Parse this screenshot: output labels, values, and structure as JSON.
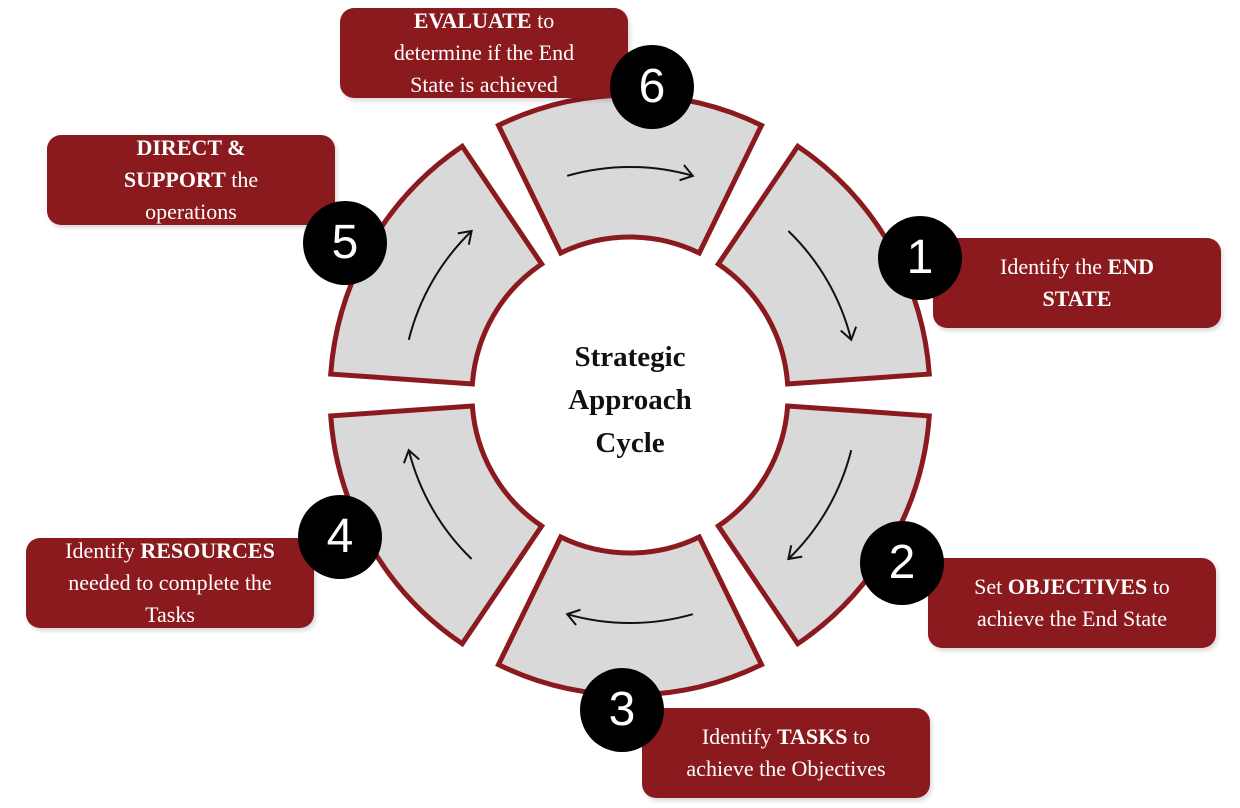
{
  "title": [
    "Strategic",
    "Approach",
    "Cycle"
  ],
  "colors": {
    "accent": "#8b1a1f",
    "segment": "#d9d9d9",
    "badge": "#000000"
  },
  "steps": [
    {
      "number": "1",
      "lines": [
        [
          {
            "t": "Identify the ",
            "b": false
          },
          {
            "t": "END",
            "b": true
          }
        ],
        [
          {
            "t": "STATE",
            "b": true
          }
        ]
      ]
    },
    {
      "number": "2",
      "lines": [
        [
          {
            "t": "Set ",
            "b": false
          },
          {
            "t": "OBJECTIVES",
            "b": true
          },
          {
            "t": " to",
            "b": false
          }
        ],
        [
          {
            "t": "achieve the End State",
            "b": false
          }
        ]
      ]
    },
    {
      "number": "3",
      "lines": [
        [
          {
            "t": "Identify ",
            "b": false
          },
          {
            "t": "TASKS",
            "b": true
          },
          {
            "t": " to",
            "b": false
          }
        ],
        [
          {
            "t": "achieve the Objectives",
            "b": false
          }
        ]
      ]
    },
    {
      "number": "4",
      "lines": [
        [
          {
            "t": "Identify ",
            "b": false
          },
          {
            "t": "RESOURCES",
            "b": true
          }
        ],
        [
          {
            "t": "needed to complete the",
            "b": false
          }
        ],
        [
          {
            "t": "Tasks",
            "b": false
          }
        ]
      ]
    },
    {
      "number": "5",
      "lines": [
        [
          {
            "t": "DIRECT &",
            "b": true
          }
        ],
        [
          {
            "t": "SUPPORT",
            "b": true
          },
          {
            "t": " the",
            "b": false
          }
        ],
        [
          {
            "t": "operations",
            "b": false
          }
        ]
      ]
    },
    {
      "number": "6",
      "lines": [
        [
          {
            "t": "EVALUATE",
            "b": true
          },
          {
            "t": " to",
            "b": false
          }
        ],
        [
          {
            "t": "determine if the End",
            "b": false
          }
        ],
        [
          {
            "t": "State is achieved",
            "b": false
          }
        ]
      ]
    }
  ]
}
